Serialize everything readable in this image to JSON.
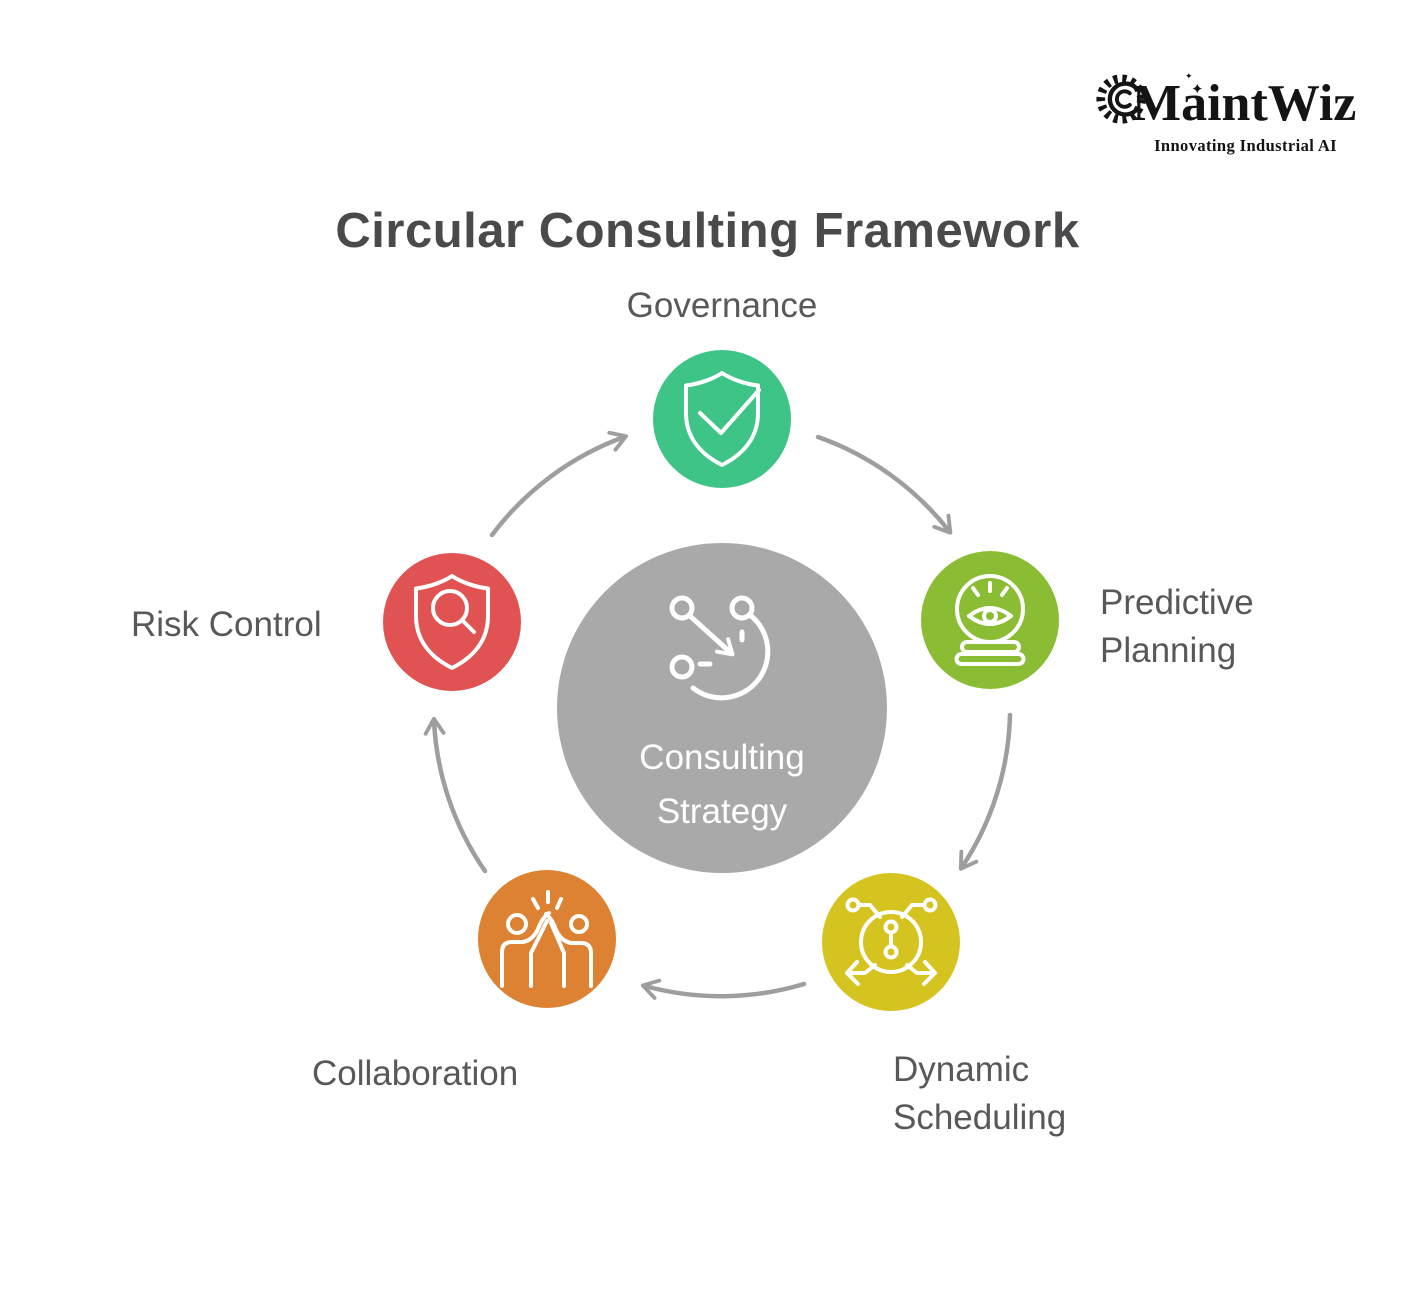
{
  "brand": {
    "name": "MaintWiz",
    "tagline": "Innovating Industrial AI",
    "gear_icon": "gear-spiral-icon",
    "sparkle": "✦",
    "sparkle_small": "✦"
  },
  "title": "Circular Consulting Framework",
  "hub": {
    "label": "Consulting Strategy",
    "icon": "strategy-route-icon",
    "color": "#A9A9A9",
    "text_color": "#FFFFFF"
  },
  "nodes": [
    {
      "id": "governance",
      "label": "Governance",
      "icon": "shield-check-icon",
      "color": "#3EC486"
    },
    {
      "id": "predictive-planning",
      "label": "Predictive Planning",
      "icon": "crystal-ball-icon",
      "color": "#8BBD34"
    },
    {
      "id": "dynamic-scheduling",
      "label": "Dynamic Scheduling",
      "icon": "dispatch-network-icon",
      "color": "#D5C420"
    },
    {
      "id": "collaboration",
      "label": "Collaboration",
      "icon": "high-five-icon",
      "color": "#DD8132"
    },
    {
      "id": "risk-control",
      "label": "Risk Control",
      "icon": "shield-magnifier-icon",
      "color": "#E05352"
    }
  ],
  "flow": {
    "direction": "clockwise",
    "arrow_color": "#9E9E9E",
    "sequence": [
      "Governance",
      "Predictive Planning",
      "Dynamic Scheduling",
      "Collaboration",
      "Risk Control"
    ]
  }
}
